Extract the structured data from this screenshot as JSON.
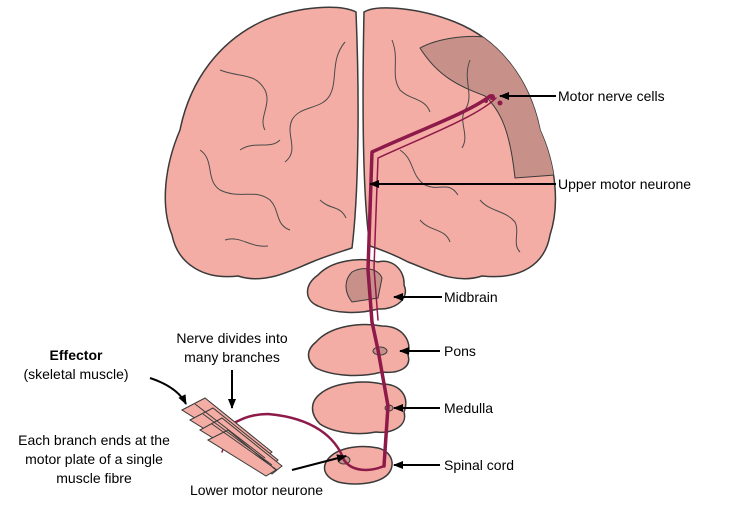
{
  "colors": {
    "tissue": "#f4ada4",
    "cortex_highlight": "#c79089",
    "nerve": "#8e1a49",
    "outline": "#3a3a3a"
  },
  "labels": {
    "motor_nerve_cells": "Motor nerve cells",
    "upper_motor_neurone": "Upper motor neurone",
    "midbrain": "Midbrain",
    "pons": "Pons",
    "medulla": "Medulla",
    "spinal_cord": "Spinal cord",
    "lower_motor_neurone": "Lower motor neurone",
    "nerve_divides_line1": "Nerve divides into",
    "nerve_divides_line2": "many branches",
    "effector_title": "Effector",
    "effector_subtitle": "(skeletal muscle)",
    "branch_line1": "Each branch ends at the",
    "branch_line2": "motor plate of a single",
    "branch_line3": "muscle fibre"
  }
}
